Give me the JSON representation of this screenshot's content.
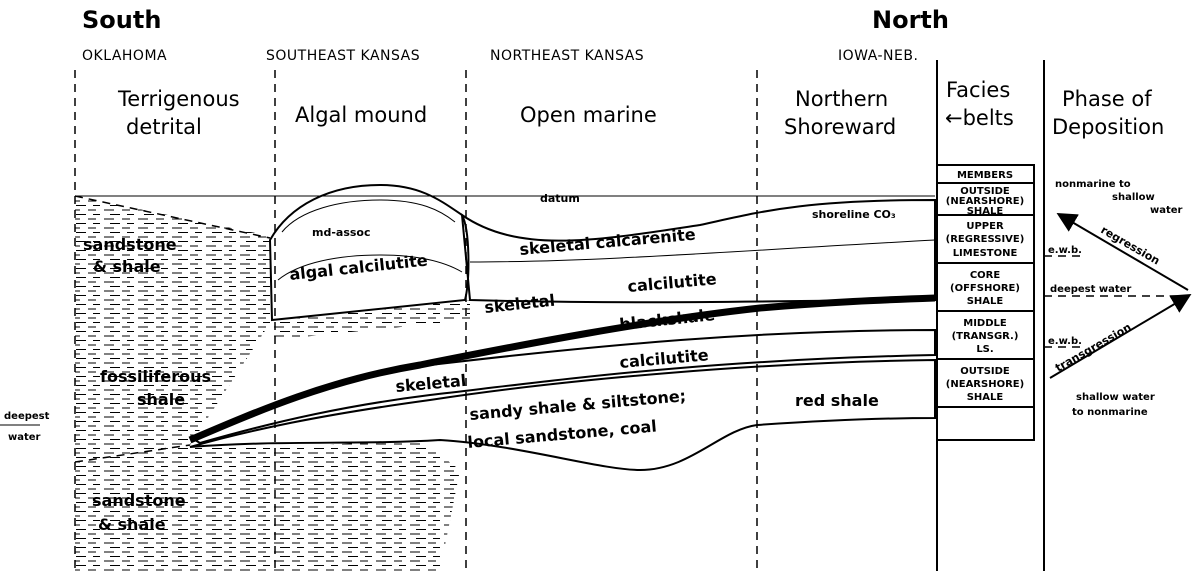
{
  "headings": {
    "south": "South",
    "north": "North"
  },
  "regions": {
    "oklahoma": "OKLAHOMA",
    "se_kansas": "SOUTHEAST KANSAS",
    "ne_kansas": "NORTHEAST KANSAS",
    "iowa_neb": "IOWA-NEB."
  },
  "belts": {
    "terrigenous": [
      "Terrigenous",
      "detrital"
    ],
    "algal": "Algal mound",
    "open_marine": "Open marine",
    "northern": [
      "Northern",
      "Shoreward"
    ],
    "facies": [
      "Facies",
      "←belts"
    ],
    "phase": [
      "Phase of",
      "Deposition"
    ]
  },
  "labels": {
    "datum": "datum",
    "shoreline": "shoreline CO₃",
    "md_assoc": "md-assoc",
    "skeletal_calcarenite": "skeletal calcarenite",
    "algal_calcilutite": "algal calcilutite",
    "skeletal": "skeletal",
    "calcilutite": "calcilutite",
    "blackshale": "blackshale",
    "calcilutite2": "calcilutite",
    "skeletal2": "skeletal",
    "sandy1": "sandy shale & siltstone;",
    "sandy2": "local sandstone, coal",
    "red_shale": "red shale",
    "sandstone_shale": [
      "sandstone",
      "& shale"
    ],
    "fossiliferous": [
      "fossiliferous",
      "shale"
    ],
    "sandstone_shale2": [
      "sandstone",
      "& shale"
    ],
    "deepest": [
      "deepest",
      "water"
    ]
  },
  "members": [
    {
      "lines": [
        "MEMBERS"
      ]
    },
    {
      "lines": [
        "OUTSIDE",
        "(NEARSHORE)",
        "SHALE"
      ]
    },
    {
      "lines": [
        "UPPER",
        "(REGRESSIVE)",
        "LIMESTONE"
      ]
    },
    {
      "lines": [
        "CORE",
        "(OFFSHORE)",
        "SHALE"
      ]
    },
    {
      "lines": [
        "MIDDLE",
        "(TRANSGR.)",
        "LS."
      ]
    },
    {
      "lines": [
        "OUTSIDE",
        "(NEARSHORE)",
        "SHALE"
      ]
    }
  ],
  "phase": {
    "nonmarine_to": [
      "nonmarine to",
      "shallow",
      "water"
    ],
    "regression": "regression",
    "ewb1": "e.w.b.",
    "deepest_water": "deepest water",
    "ewb2": "e.w.b.",
    "transgression": "transgression",
    "shallow_to": [
      "shallow water",
      "to nonmarine"
    ]
  }
}
